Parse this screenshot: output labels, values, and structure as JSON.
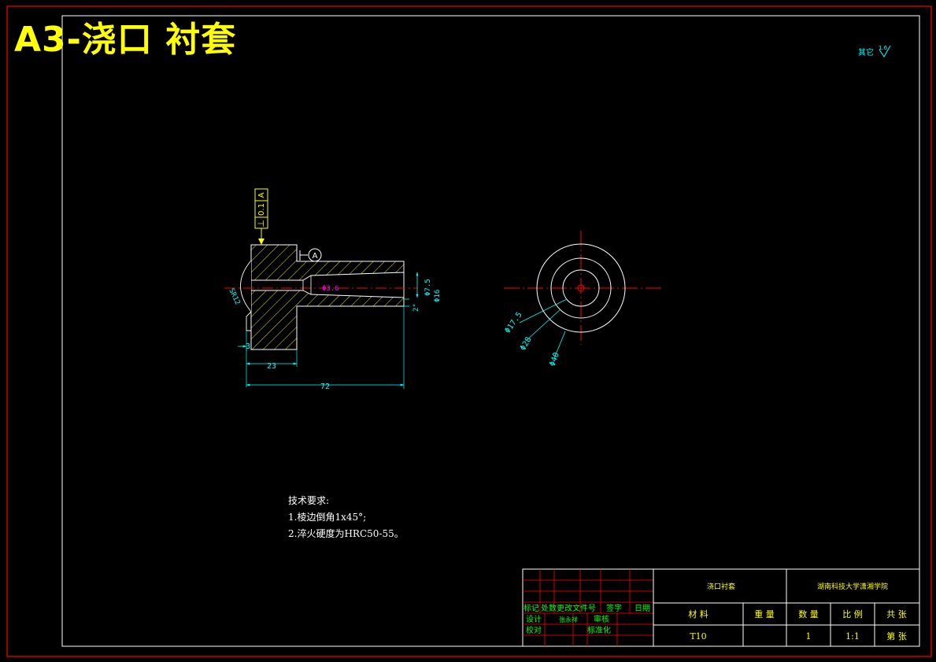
{
  "title": "A3-浇口 衬套",
  "surface_finish": {
    "label": "其它",
    "value": "1.6"
  },
  "tolerance_frame": {
    "symbol": "⊥",
    "value": "0.1",
    "datum": "A"
  },
  "datum_label": "A",
  "dimensions": {
    "sphere_radius": "SR12",
    "bore_small": "Φ3.6",
    "bore_large": "Φ7.5",
    "bore_outer": "Φ16",
    "taper": "2°",
    "step": "3",
    "flange_len": "23",
    "total_len": "72",
    "circle_inner": "Φ17.5",
    "circle_mid": "Φ28",
    "circle_outer": "Φ40"
  },
  "tech_notes": {
    "heading": "技术要求:",
    "items": [
      "1.棱边倒角1x45°;",
      "2.淬火硬度为HRC50-55。"
    ]
  },
  "title_block": {
    "part_name": "浇口衬套",
    "org": "湖南科技大学潇湘学院",
    "h_material": "材 料",
    "h_weight": "重 量",
    "h_qty": "数 量",
    "h_scale": "比 例",
    "h_total": "共 张",
    "material": "T10",
    "qty": "1",
    "scale": "1:1",
    "sheet": "第 张",
    "row_marks": [
      "标记",
      "处数",
      "更改文件号",
      "签字",
      "日期"
    ],
    "design": "设计",
    "designer": "张永祥",
    "review": "审核",
    "check": "校对",
    "standard": "标准化"
  },
  "colors": {
    "frame": "#ff0000",
    "border": "#ffffff",
    "title": "#ffff00",
    "dimension": "#00ffff",
    "centerline": "#ff0000",
    "hatch": "#ffff00",
    "block_text": "#ffff00",
    "block_label": "#00ff00"
  }
}
